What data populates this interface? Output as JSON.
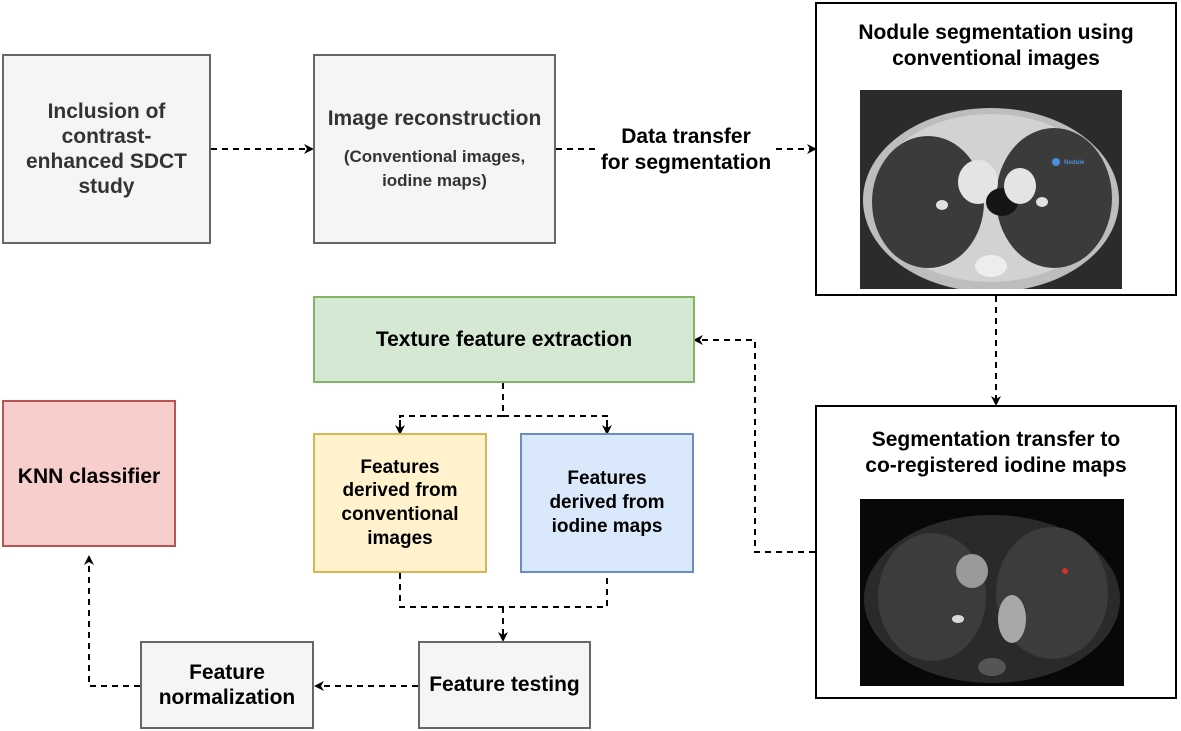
{
  "boxes": {
    "inclusion": "Inclusion of\ncontrast-\nenhanced SDCT\nstudy",
    "recon_title": "Image reconstruction",
    "recon_sub": "(Conventional images,\niodine maps)",
    "transfer": "Data transfer\nfor segmentation",
    "nodule": "Nodule segmentation using\nconventional images",
    "seg_transfer": "Segmentation transfer to\nco-registered iodine maps",
    "texture": "Texture feature extraction",
    "feat_conv": "Features\nderived from\nconventional\nimages",
    "feat_iodine": "Features\nderived from\niodine maps",
    "knn": "KNN classifier",
    "testing": "Feature testing",
    "normalization": "Feature\nnormalization"
  },
  "colors": {
    "gray_fill": "#f5f5f5",
    "gray_border": "#666666",
    "green_fill": "#d5e8d4",
    "green_border": "#82b366",
    "yellow_fill": "#fff2cc",
    "yellow_border": "#d6b656",
    "blue_fill": "#dae8fc",
    "blue_border": "#6c8ebf",
    "red_fill": "#f8cecc",
    "red_border": "#b85450"
  },
  "images": {
    "ct_conventional": "lung-ct-conventional-image",
    "ct_iodine": "lung-ct-iodine-map-image"
  }
}
